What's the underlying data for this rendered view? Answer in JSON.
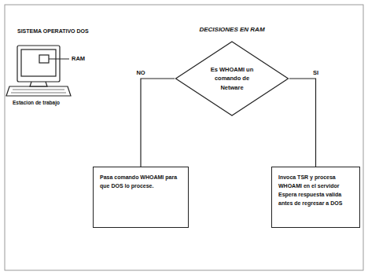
{
  "diagram": {
    "title": "DECISIONES EN RAM",
    "nodes": [
      {
        "text": [
          "Es WHOAMI un comando de Netware"
        ]
      },
      {
        "text": [
          "Pasa comando WHOAMI para que DOS lo procese."
        ]
      },
      {
        "text": [
          "Invoca TSR y procesa WHOAMI en el servidor Espera respuesta valida antes de regresar a DOS"
        ]
      }
    ],
    "edges": [
      {
        "from": 0,
        "to": 1,
        "label": "NO",
        "arrow": "none"
      },
      {
        "from": 0,
        "to": 2,
        "label": "SI",
        "arrow": "none"
      }
    ],
    "labels": [
      "SISTEMA OPERATIVO DOS",
      "RAM",
      "Estacion de trabajo"
    ]
  }
}
